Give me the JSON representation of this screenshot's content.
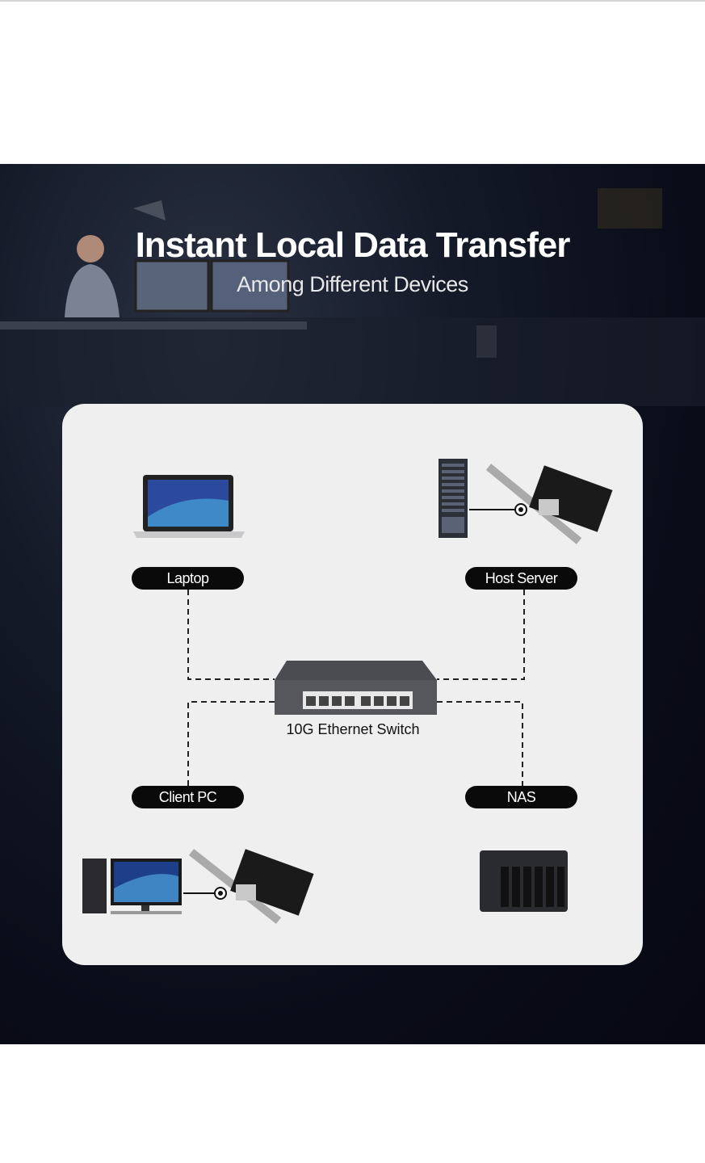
{
  "header": {
    "title": "Instant Local Data Transfer",
    "subtitle": "Among Different Devices"
  },
  "diagram": {
    "center": "10G Ethernet Switch",
    "nodes": [
      {
        "label": "Laptop"
      },
      {
        "label": "Host Server"
      },
      {
        "label": "Client PC"
      },
      {
        "label": "NAS"
      }
    ]
  },
  "colors": {
    "background": "#0a0c18",
    "panel": "#efefef",
    "pill": "#0a0a0a"
  }
}
